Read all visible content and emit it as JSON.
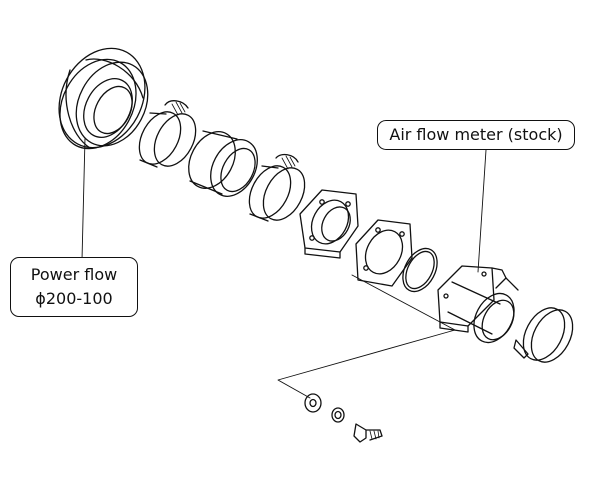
{
  "callouts": {
    "air_flow_meter": "Air flow meter (stock)",
    "power_flow": {
      "line1": "Power flow",
      "line2": "ϕ200-100"
    }
  },
  "colors": {
    "ink": "#111111",
    "background": "#ffffff"
  }
}
